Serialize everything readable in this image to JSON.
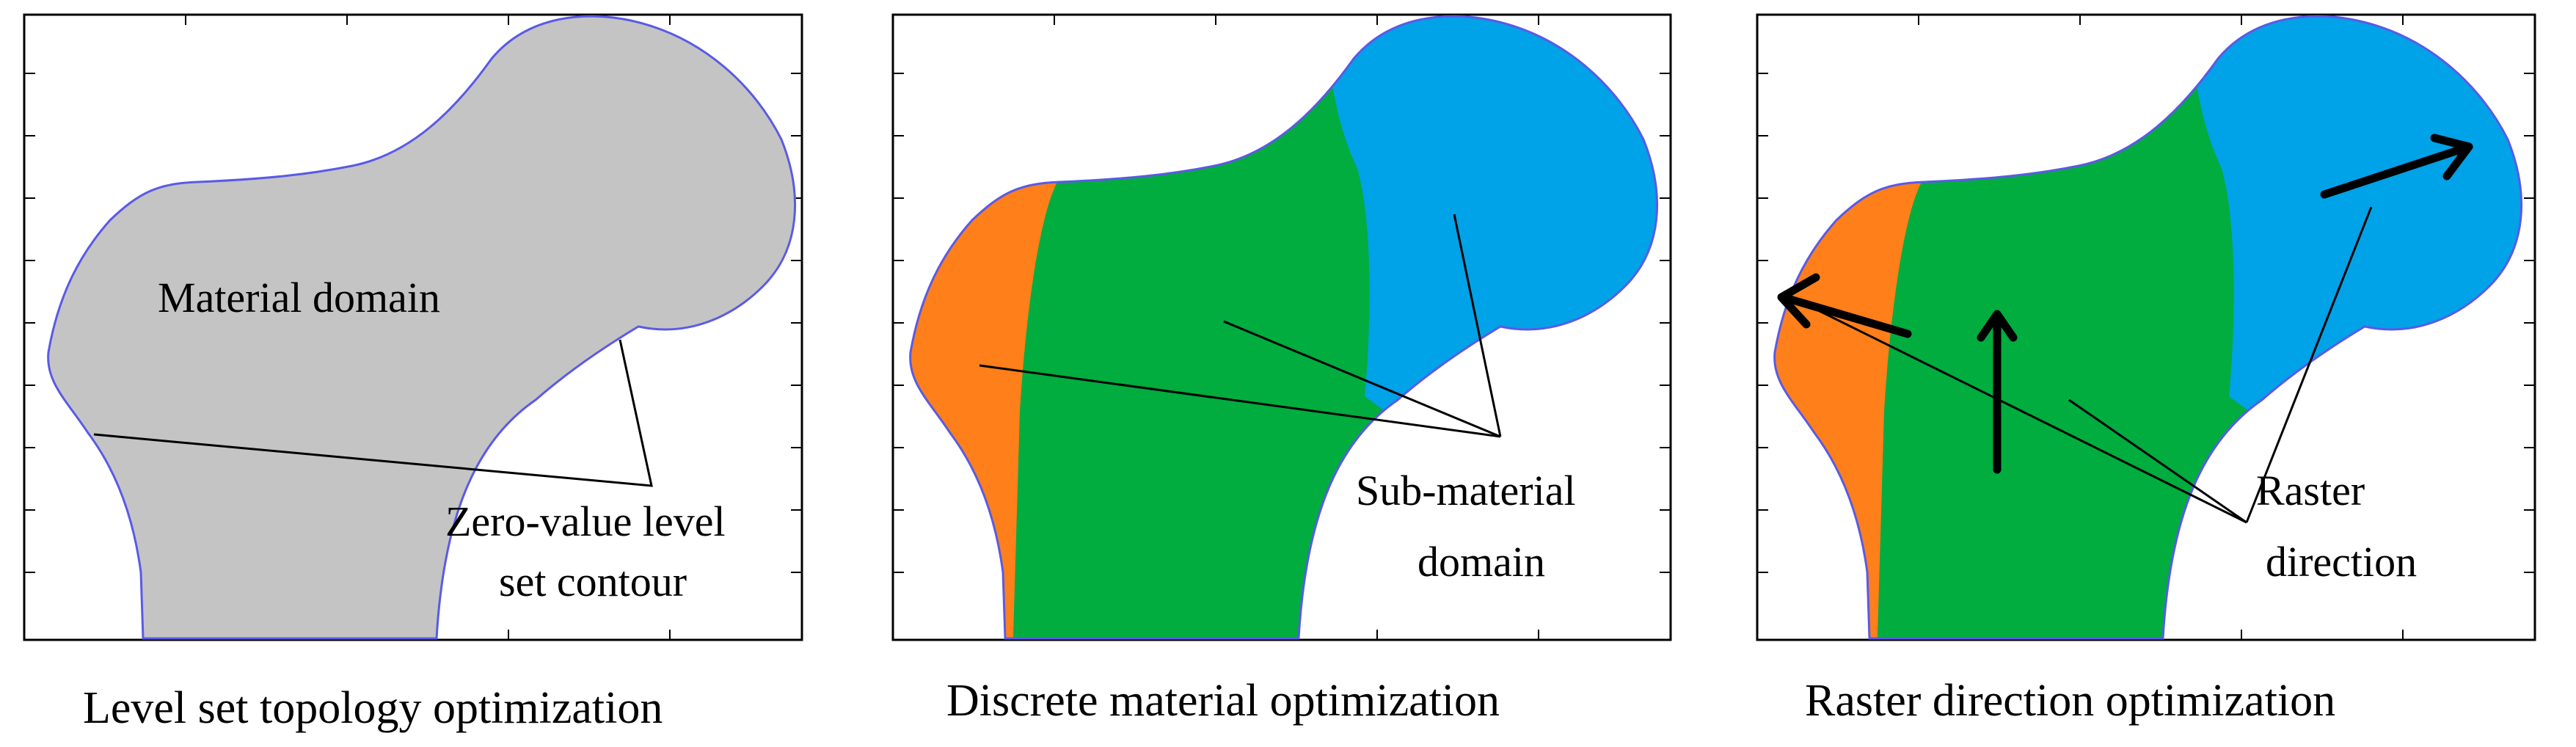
{
  "panels": [
    {
      "id": "level-set",
      "caption": "Level set topology optimization",
      "labels": [
        "Material domain",
        "Zero-value level",
        "set contour"
      ]
    },
    {
      "id": "discrete-material",
      "caption": "Discrete material optimization",
      "labels": [
        "Sub-material",
        "domain"
      ]
    },
    {
      "id": "raster-direction",
      "caption": "Raster direction optimization",
      "labels": [
        "Raster",
        "direction"
      ]
    }
  ],
  "colors": {
    "material_gray": "#c4c4c4",
    "outline_blue": "#5a5ae6",
    "sub_orange": "#ff7f1a",
    "sub_green": "#00ad3e",
    "sub_blue": "#00a2e8"
  }
}
